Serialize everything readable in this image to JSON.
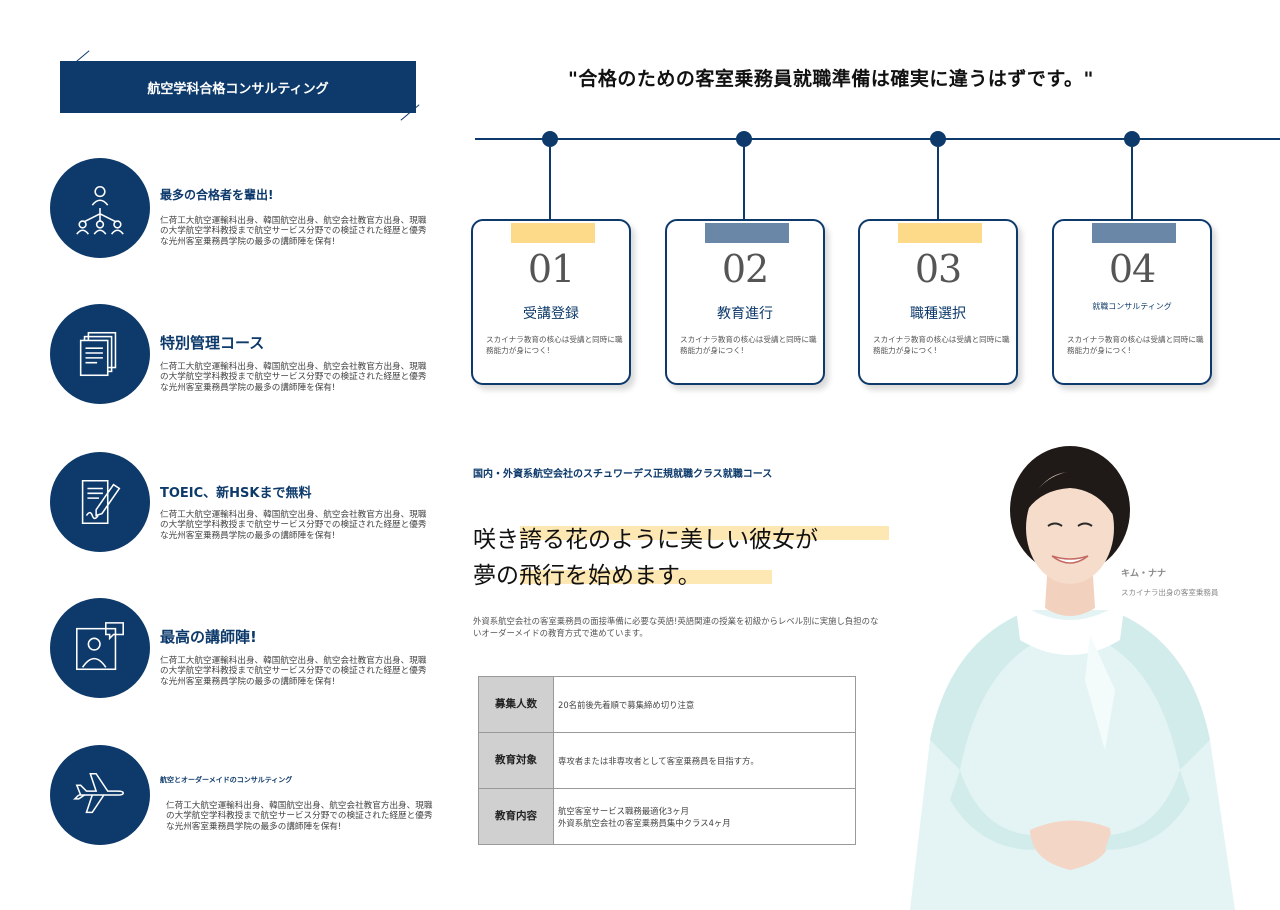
{
  "banner": {
    "title": "航空学科合格コンサルティング"
  },
  "features": [
    {
      "icon": "people-network-icon",
      "title": "最多の合格者を輩出!",
      "desc": "仁荷工大航空運輸科出身、韓国航空出身、航空会社教官方出身、現職の大学航空学科教授まで航空サービス分野での検証された経歴と優秀な光州客室乗務員学院の最多の講師陣を保有!"
    },
    {
      "icon": "documents-icon",
      "title": "特別管理コース",
      "desc": "仁荷工大航空運輸科出身、韓国航空出身、航空会社教官方出身、現職の大学航空学科教授まで航空サービス分野での検証された経歴と優秀な光州客室乗務員学院の最多の講師陣を保有!"
    },
    {
      "icon": "contract-pen-icon",
      "title": "TOEIC、新HSKまで無料",
      "desc": "仁荷工大航空運輸科出身、韓国航空出身、航空会社教官方出身、現職の大学航空学科教授まで航空サービス分野での検証された経歴と優秀な光州客室乗務員学院の最多の講師陣を保有!"
    },
    {
      "icon": "lecturer-icon",
      "title": "最高の講師陣!",
      "desc": "仁荷工大航空運輸科出身、韓国航空出身、航空会社教官方出身、現職の大学航空学科教授まで航空サービス分野での検証された経歴と優秀な光州客室乗務員学院の最多の講師陣を保有!"
    },
    {
      "icon": "airplane-icon",
      "title": "航空とオーダーメイドのコンサルティング",
      "desc": "仁荷工大航空運輸科出身、韓国航空出身、航空会社教官方出身、現職の大学航空学科教授まで航空サービス分野での検証された経歴と優秀な光州客室乗務員学院の最多の講師陣を保有!"
    }
  ],
  "headline": "\"合格のための客室乗務員就職準備は確実に違うはずです。\"",
  "steps": [
    {
      "num": "01",
      "title": "受講登録",
      "desc": "スカイナラ教育の核心は受講と同時に職務能力が身につく!",
      "tag_color": "#fdd98a"
    },
    {
      "num": "02",
      "title": "教育進行",
      "desc": "スカイナラ教育の核心は受講と同時に職務能力が身につく!",
      "tag_color": "#6b87a8"
    },
    {
      "num": "03",
      "title": "職種選択",
      "desc": "スカイナラ教育の核心は受講と同時に職務能力が身につく!",
      "tag_color": "#fdd98a"
    },
    {
      "num": "04",
      "title": "就職コンサルティング",
      "desc": "スカイナラ教育の核心は受講と同時に職務能力が身につく!",
      "tag_color": "#6b87a8"
    }
  ],
  "course": {
    "subtitle": "国内・外資系航空会社のスチュワーデス正規就職クラス就職コース",
    "headline_1": "咲き誇る花のように美しい彼女が",
    "headline_2": "夢の飛行を始めます。",
    "intro": "外資系航空会社の客室乗務員の面接準備に必要な英語!英語関連の授業を初級からレベル別に実施し負担のないオーダーメイドの教育方式で進めています。"
  },
  "info_table": [
    {
      "label": "募集人数",
      "value": "20名前後先着順で募集締め切り注意"
    },
    {
      "label": "教育対象",
      "value": "専攻者または非専攻者として客室乗務員を目指す方。"
    },
    {
      "label": "教育内容",
      "value_1": "航空客室サービス職務最適化3ヶ月",
      "value_2": "外資系航空会社の客室乗務員集中クラス4ヶ月"
    }
  ],
  "profile": {
    "name": "キム・ナナ",
    "role": "スカイナラ出身の客室乗務員"
  },
  "colors": {
    "navy": "#0d3a6b",
    "yellow": "#fdd98a",
    "slate": "#6b87a8",
    "highlight": "#fde7b3"
  }
}
